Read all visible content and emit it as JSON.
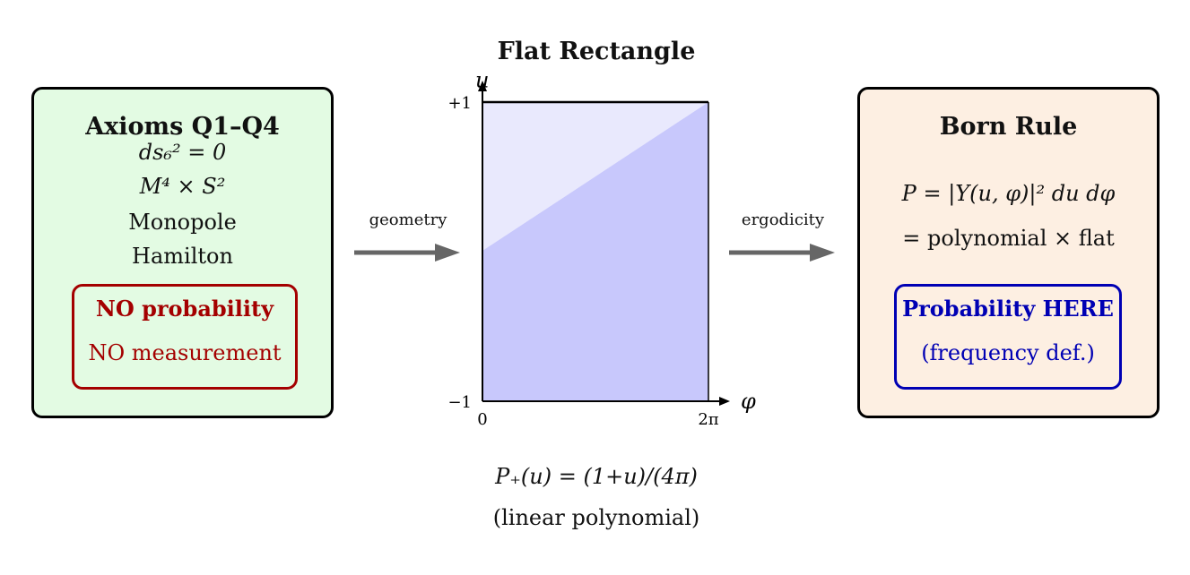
{
  "left": {
    "title": "Axioms Q1–Q4",
    "line1": "ds₆² = 0",
    "line2": "M⁴ × S²",
    "line3": "Monopole",
    "line4": "Hamilton",
    "no_probability": "NO probability",
    "no_measurement": "NO measurement"
  },
  "arrows": {
    "left_label": "geometry",
    "right_label": "ergodicity"
  },
  "center": {
    "title": "Flat Rectangle",
    "y_axis_label": "u",
    "x_axis_label": "φ",
    "y_top": "+1",
    "y_bottom": "−1",
    "x_left": "0",
    "x_right": "2π",
    "formula": "P₊(u) = (1+u)/(4π)",
    "formula_note": "(linear polynomial)"
  },
  "right": {
    "title": "Born Rule",
    "line1": "P = |Y(u, φ)|² du dφ",
    "line2": "= polynomial × flat",
    "probability_here": "Probability HERE",
    "frequency_def": "(frequency def.)"
  },
  "colors": {
    "left_fill": "#e3fbe3",
    "right_fill": "#fdefe2",
    "red": "#a40000",
    "blue": "#0000b4",
    "rect_light": "#e9e9fd",
    "rect_dark": "#c8c8fc",
    "arrow": "#666666"
  }
}
